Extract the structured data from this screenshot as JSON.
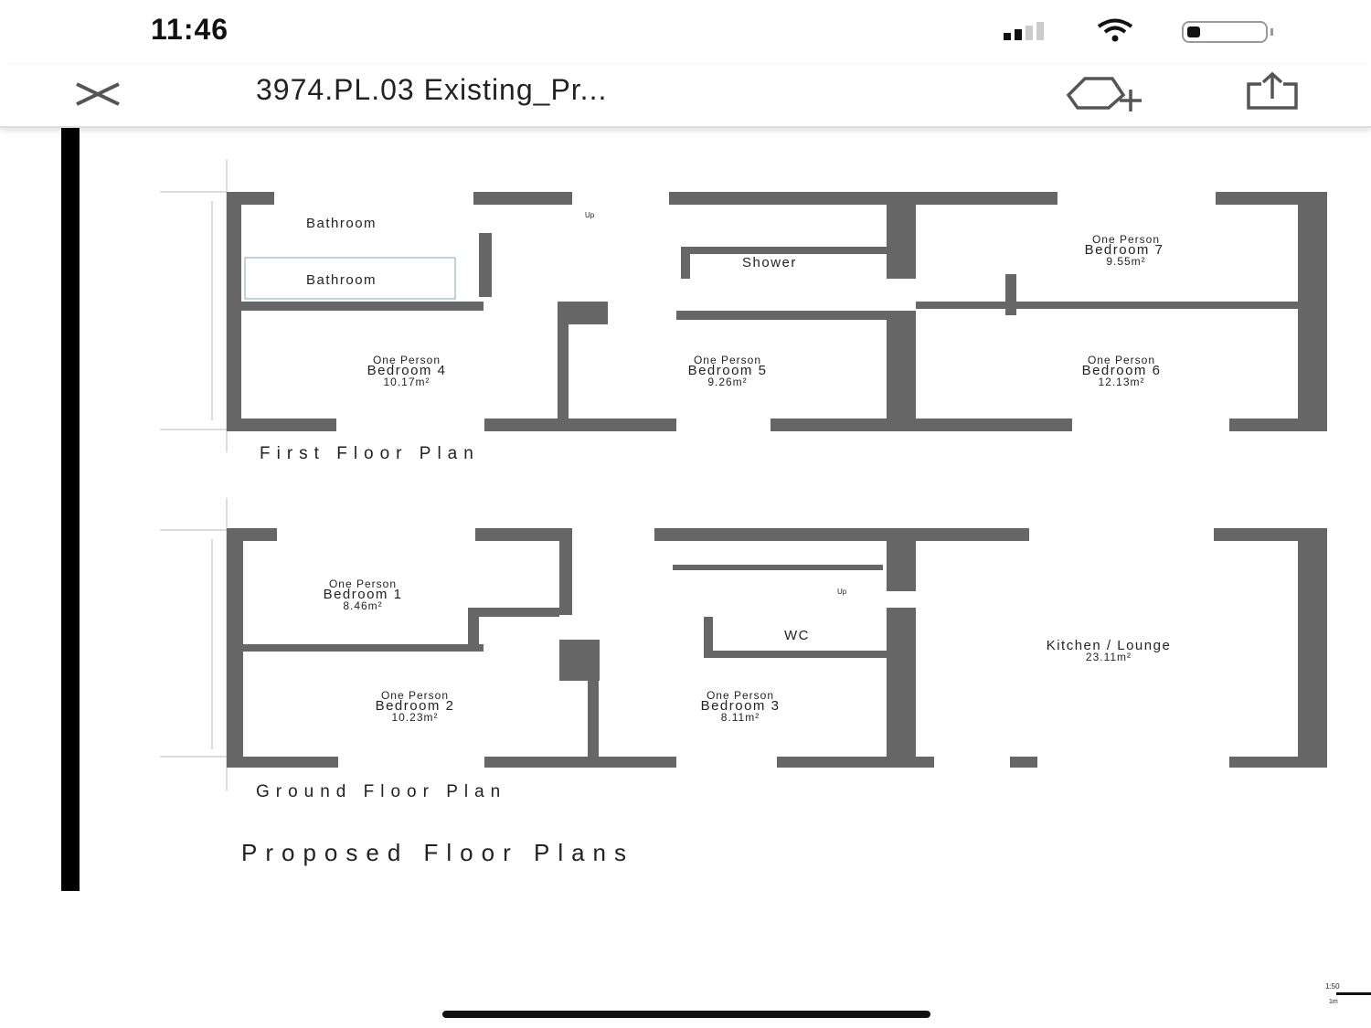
{
  "status_bar": {
    "time": "11:46"
  },
  "nav": {
    "title": "3974.PL.03 Existing_Pr...",
    "close": "close-icon",
    "add": "add-to-drive-icon",
    "share": "share-icon"
  },
  "first_floor": {
    "title": "First Floor Plan",
    "rooms": [
      {
        "type": "",
        "name": "Bathroom",
        "area": ""
      },
      {
        "type": "",
        "name": "Bathroom",
        "area": ""
      },
      {
        "type": "",
        "name": "Shower",
        "area": ""
      },
      {
        "type": "One Person",
        "name": "Bedroom 7",
        "area": "9.55m²"
      },
      {
        "type": "One Person",
        "name": "Bedroom 4",
        "area": "10.17m²"
      },
      {
        "type": "One Person",
        "name": "Bedroom 5",
        "area": "9.26m²"
      },
      {
        "type": "One Person",
        "name": "Bedroom 6",
        "area": "12.13m²"
      }
    ],
    "stair": "Up"
  },
  "ground_floor": {
    "title": "Ground Floor Plan",
    "rooms": [
      {
        "type": "One Person",
        "name": "Bedroom 1",
        "area": "8.46m²"
      },
      {
        "type": "One Person",
        "name": "Bedroom 2",
        "area": "10.23m²"
      },
      {
        "type": "One Person",
        "name": "Bedroom 3",
        "area": "8.11m²"
      },
      {
        "type": "",
        "name": "WC",
        "area": ""
      },
      {
        "type": "",
        "name": "Kitchen / Lounge",
        "area": "23.11m²"
      }
    ],
    "stair": "Up"
  },
  "drawing_title": "Proposed Floor Plans",
  "scale": {
    "ratio": "1:50",
    "unit": "1m"
  }
}
